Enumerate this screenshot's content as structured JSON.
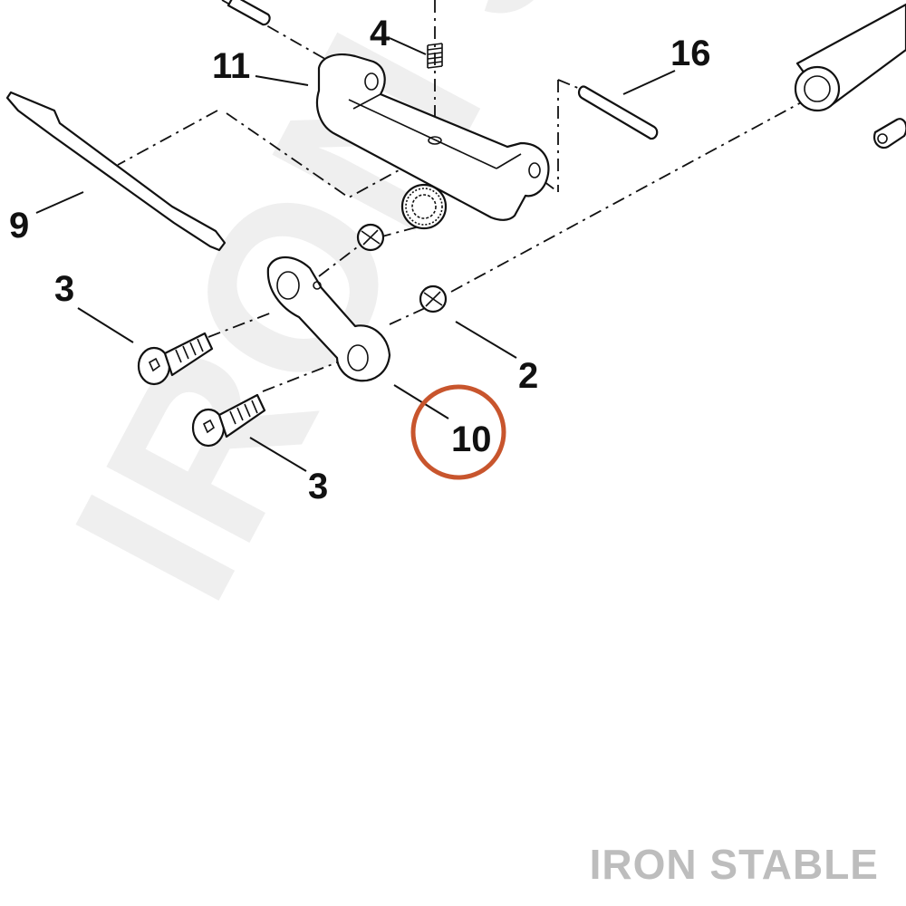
{
  "callouts": {
    "c2": "2",
    "c3a": "3",
    "c3b": "3",
    "c4": "4",
    "c9": "9",
    "c10": "10",
    "c11": "11",
    "c16": "16"
  },
  "highlight": {
    "callout": "10",
    "color": "#c8552d"
  },
  "watermark": {
    "text": "IRON STABLE",
    "color": "#bdbdbd"
  }
}
